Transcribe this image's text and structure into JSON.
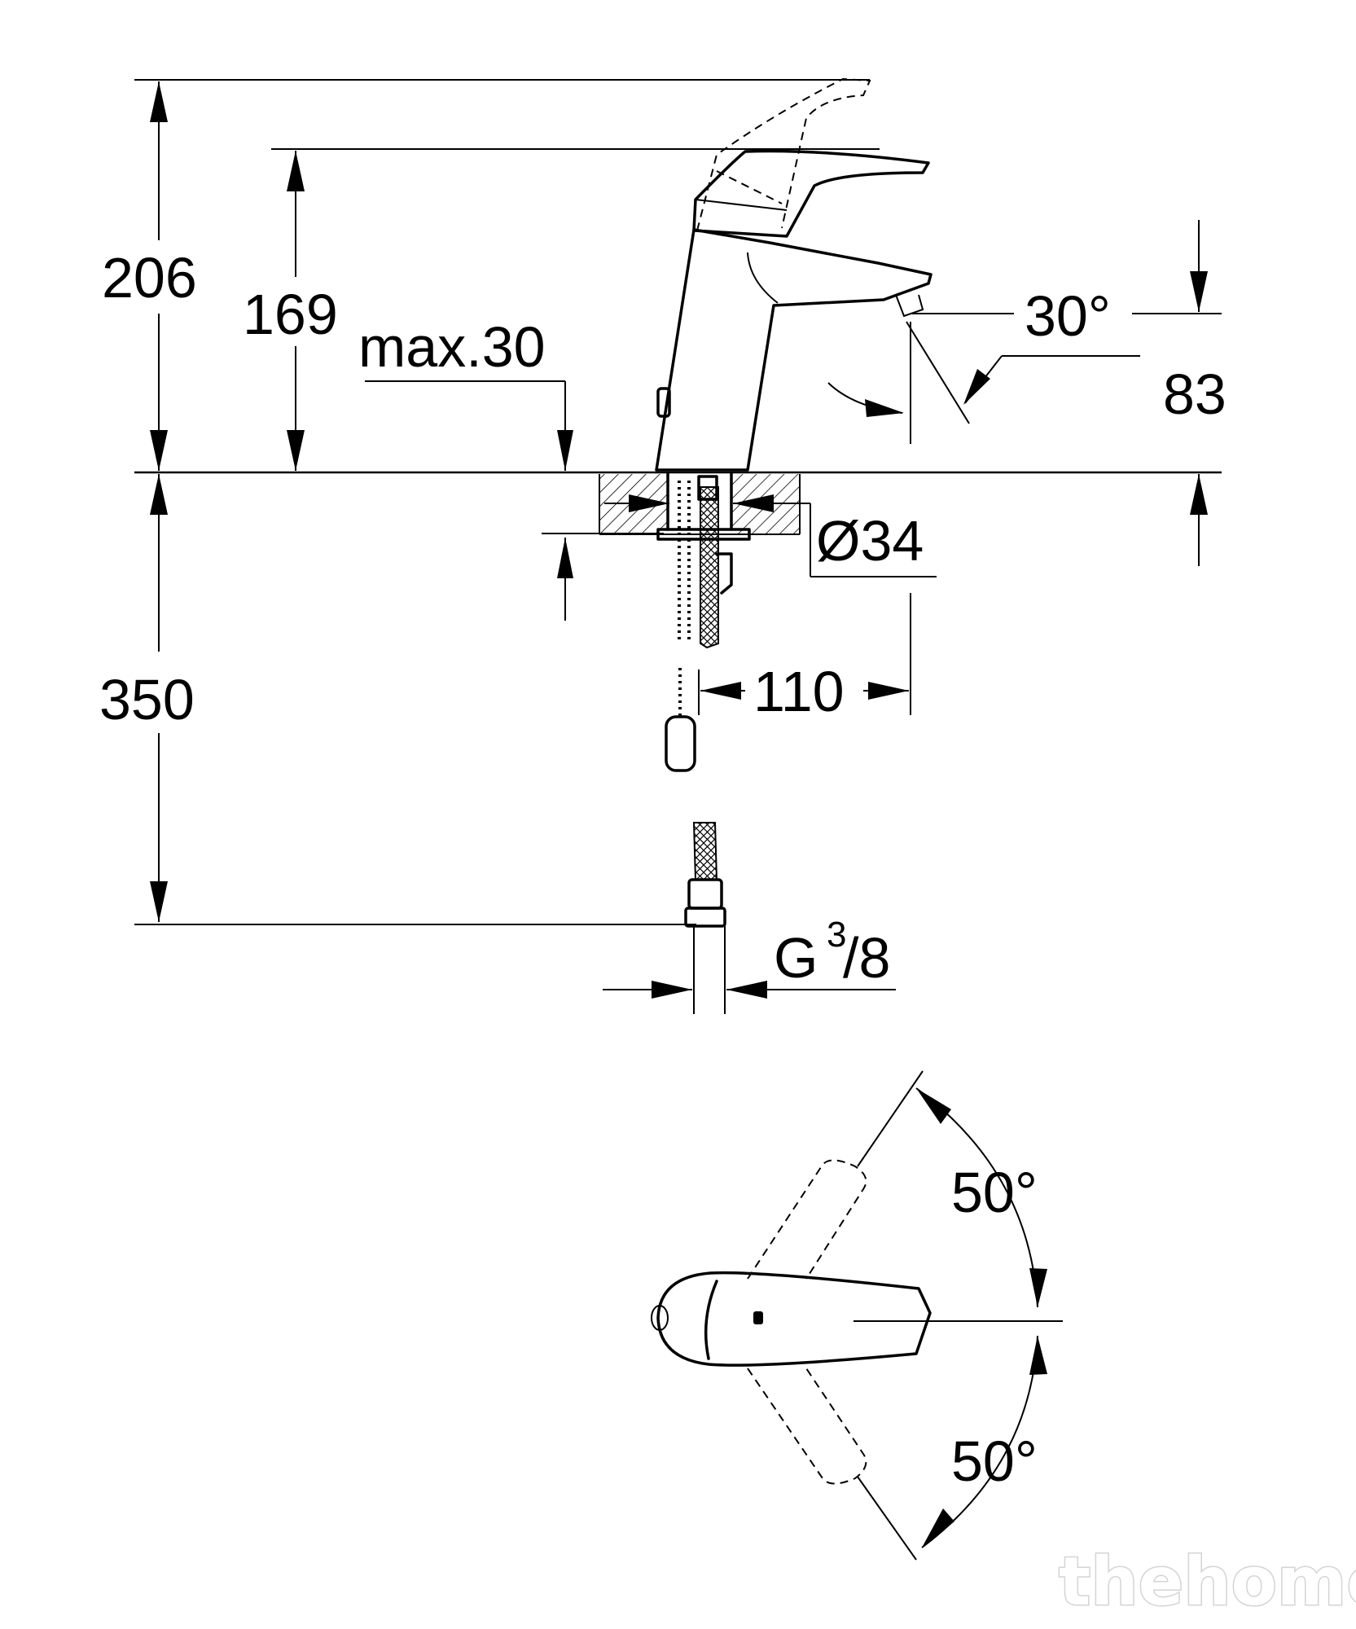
{
  "dimensions": {
    "total_height": "206",
    "spout_height": "169",
    "deck_thickness": "max.30",
    "spout_angle": "30°",
    "spout_clearance": "83",
    "hole_diameter": "Ø34",
    "hose_length": "350",
    "waste_offset": "110",
    "thread_main": "G",
    "thread_num": "3",
    "thread_den": "/8",
    "lever_angle_upper": "50°",
    "lever_angle_lower": "50°"
  },
  "watermark": "thehome",
  "colors": {
    "line": "#000000",
    "background": "#ffffff",
    "watermark_outline": "#d4d4d4"
  }
}
